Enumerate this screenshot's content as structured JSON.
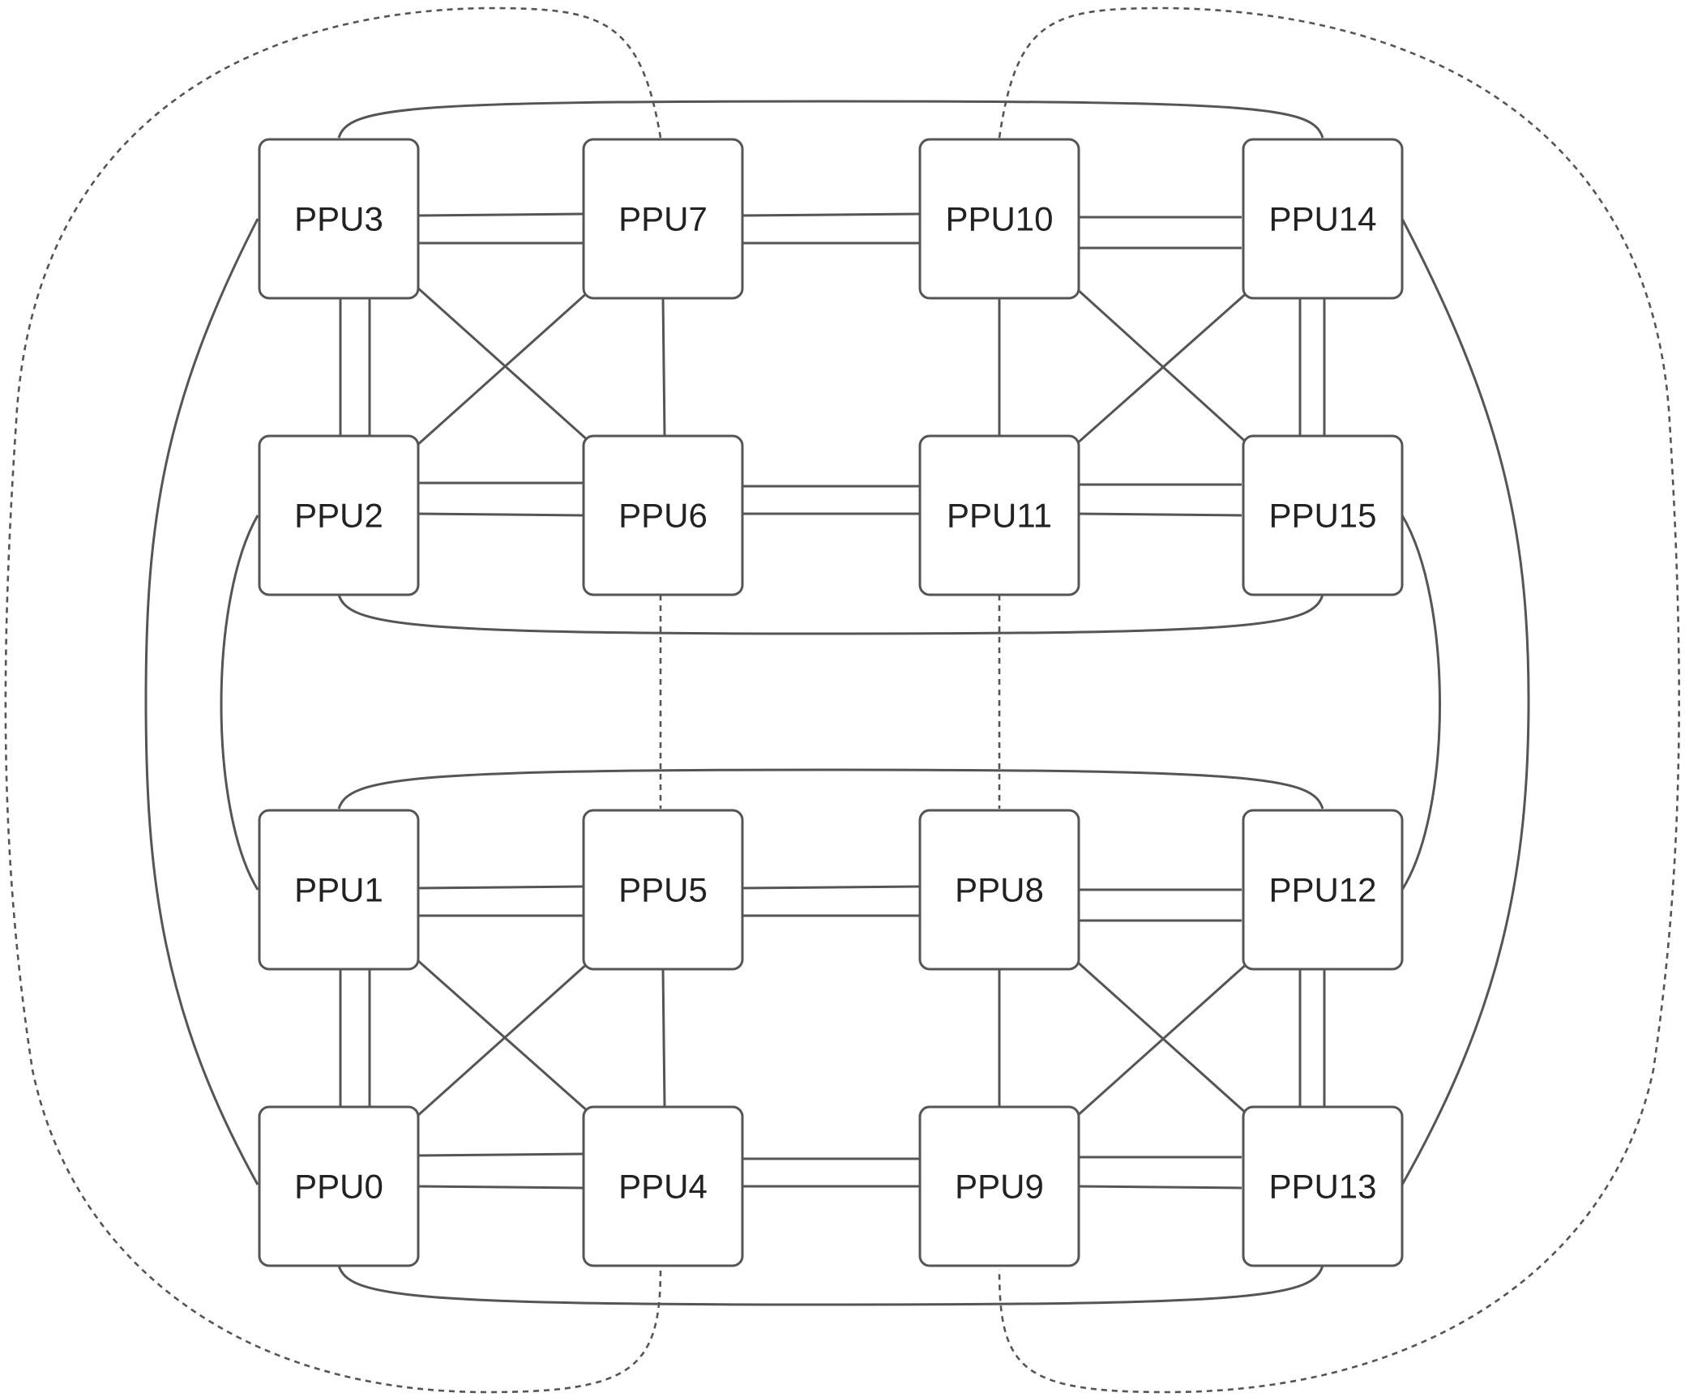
{
  "diagram": {
    "nodes": [
      {
        "id": "PPU3",
        "label": "PPU3"
      },
      {
        "id": "PPU7",
        "label": "PPU7"
      },
      {
        "id": "PPU10",
        "label": "PPU10"
      },
      {
        "id": "PPU14",
        "label": "PPU14"
      },
      {
        "id": "PPU2",
        "label": "PPU2"
      },
      {
        "id": "PPU6",
        "label": "PPU6"
      },
      {
        "id": "PPU11",
        "label": "PPU11"
      },
      {
        "id": "PPU15",
        "label": "PPU15"
      },
      {
        "id": "PPU1",
        "label": "PPU1"
      },
      {
        "id": "PPU5",
        "label": "PPU5"
      },
      {
        "id": "PPU8",
        "label": "PPU8"
      },
      {
        "id": "PPU12",
        "label": "PPU12"
      },
      {
        "id": "PPU0",
        "label": "PPU0"
      },
      {
        "id": "PPU4",
        "label": "PPU4"
      },
      {
        "id": "PPU9",
        "label": "PPU9"
      },
      {
        "id": "PPU13",
        "label": "PPU13"
      }
    ],
    "links": [
      {
        "from": "PPU3",
        "to": "PPU7",
        "count": 2,
        "style": "solid"
      },
      {
        "from": "PPU7",
        "to": "PPU10",
        "count": 2,
        "style": "solid"
      },
      {
        "from": "PPU10",
        "to": "PPU14",
        "count": 2,
        "style": "solid"
      },
      {
        "from": "PPU2",
        "to": "PPU6",
        "count": 2,
        "style": "solid"
      },
      {
        "from": "PPU6",
        "to": "PPU11",
        "count": 2,
        "style": "solid"
      },
      {
        "from": "PPU11",
        "to": "PPU15",
        "count": 2,
        "style": "solid"
      },
      {
        "from": "PPU1",
        "to": "PPU5",
        "count": 2,
        "style": "solid"
      },
      {
        "from": "PPU5",
        "to": "PPU8",
        "count": 2,
        "style": "solid"
      },
      {
        "from": "PPU8",
        "to": "PPU12",
        "count": 2,
        "style": "solid"
      },
      {
        "from": "PPU0",
        "to": "PPU4",
        "count": 2,
        "style": "solid"
      },
      {
        "from": "PPU4",
        "to": "PPU9",
        "count": 2,
        "style": "solid"
      },
      {
        "from": "PPU9",
        "to": "PPU13",
        "count": 2,
        "style": "solid"
      },
      {
        "from": "PPU3",
        "to": "PPU2",
        "count": 2,
        "style": "solid"
      },
      {
        "from": "PPU14",
        "to": "PPU15",
        "count": 2,
        "style": "solid"
      },
      {
        "from": "PPU1",
        "to": "PPU0",
        "count": 2,
        "style": "solid"
      },
      {
        "from": "PPU12",
        "to": "PPU13",
        "count": 2,
        "style": "solid"
      },
      {
        "from": "PPU7",
        "to": "PPU6",
        "count": 1,
        "style": "solid"
      },
      {
        "from": "PPU10",
        "to": "PPU11",
        "count": 1,
        "style": "solid"
      },
      {
        "from": "PPU5",
        "to": "PPU4",
        "count": 1,
        "style": "solid"
      },
      {
        "from": "PPU8",
        "to": "PPU9",
        "count": 1,
        "style": "solid"
      },
      {
        "from": "PPU3",
        "to": "PPU6",
        "count": 1,
        "style": "solid"
      },
      {
        "from": "PPU7",
        "to": "PPU2",
        "count": 1,
        "style": "solid"
      },
      {
        "from": "PPU10",
        "to": "PPU15",
        "count": 1,
        "style": "solid"
      },
      {
        "from": "PPU14",
        "to": "PPU11",
        "count": 1,
        "style": "solid"
      },
      {
        "from": "PPU1",
        "to": "PPU4",
        "count": 1,
        "style": "solid"
      },
      {
        "from": "PPU5",
        "to": "PPU0",
        "count": 1,
        "style": "solid"
      },
      {
        "from": "PPU8",
        "to": "PPU13",
        "count": 1,
        "style": "solid"
      },
      {
        "from": "PPU12",
        "to": "PPU9",
        "count": 1,
        "style": "solid"
      },
      {
        "from": "PPU3",
        "to": "PPU14",
        "count": 1,
        "style": "solid",
        "curved": true
      },
      {
        "from": "PPU2",
        "to": "PPU15",
        "count": 1,
        "style": "solid",
        "curved": true
      },
      {
        "from": "PPU1",
        "to": "PPU12",
        "count": 1,
        "style": "solid",
        "curved": true
      },
      {
        "from": "PPU0",
        "to": "PPU13",
        "count": 1,
        "style": "solid",
        "curved": true
      },
      {
        "from": "PPU3",
        "to": "PPU0",
        "count": 1,
        "style": "solid",
        "curved": true
      },
      {
        "from": "PPU2",
        "to": "PPU1",
        "count": 1,
        "style": "solid",
        "curved": true
      },
      {
        "from": "PPU14",
        "to": "PPU13",
        "count": 1,
        "style": "solid",
        "curved": true
      },
      {
        "from": "PPU15",
        "to": "PPU12",
        "count": 1,
        "style": "solid",
        "curved": true
      },
      {
        "from": "PPU6",
        "to": "PPU5",
        "count": 1,
        "style": "dashed"
      },
      {
        "from": "PPU11",
        "to": "PPU8",
        "count": 1,
        "style": "dashed"
      },
      {
        "from": "PPU7",
        "to": "PPU4",
        "count": 1,
        "style": "dashed",
        "curved": true
      },
      {
        "from": "PPU10",
        "to": "PPU9",
        "count": 1,
        "style": "dashed",
        "curved": true
      }
    ]
  }
}
